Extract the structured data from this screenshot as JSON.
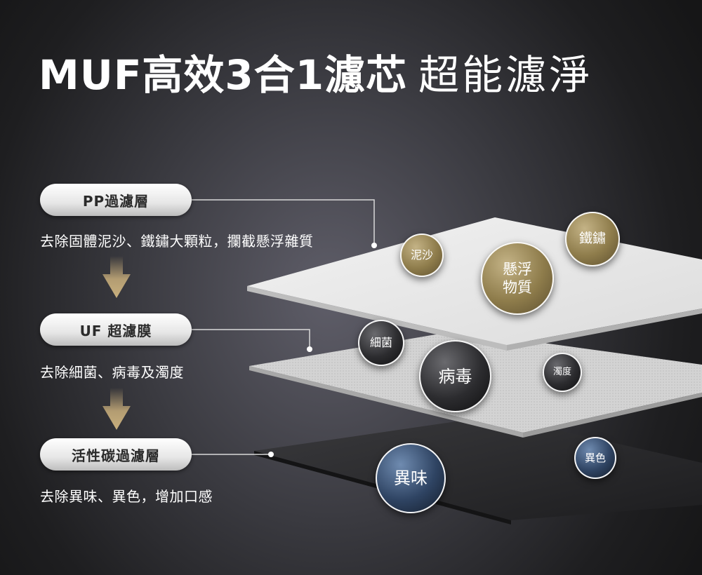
{
  "headline": {
    "bold": "MUF高效3合1濾芯",
    "light": "超能濾淨"
  },
  "stages": [
    {
      "label": "PP過濾層",
      "description": "去除固體泥沙、鐵鏽大顆粒，攔截懸浮雜質"
    },
    {
      "label": "UF 超濾膜",
      "description": "去除細菌、病毒及濁度"
    },
    {
      "label": "活性碳過濾層",
      "description": "去除異味、異色，增加口感"
    }
  ],
  "contaminants": {
    "pp": [
      "泥沙",
      "懸浮物質",
      "鐵鏽"
    ],
    "uf": [
      "細菌",
      "病毒",
      "濁度"
    ],
    "carbon": [
      "異味",
      "異色"
    ]
  },
  "colors": {
    "gold": "#8e7c4b",
    "arrow_gold": "#c1a878",
    "connector": "#d9d9d9",
    "text": "#ffffff"
  },
  "icons": [
    "down-arrow-icon"
  ]
}
